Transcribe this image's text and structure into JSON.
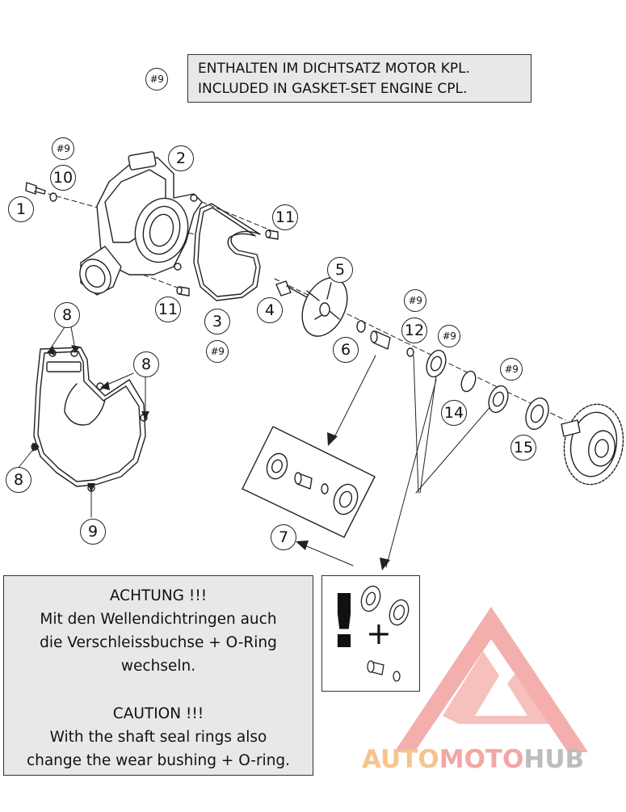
{
  "top_note": {
    "ref": "#9",
    "line_de": "ENTHALTEN IM DICHTSATZ MOTOR KPL.",
    "line_en": "INCLUDED IN GASKET-SET ENGINE CPL."
  },
  "callouts": {
    "c1": "1",
    "c2": "2",
    "c3": "3",
    "c4": "4",
    "c5": "5",
    "c6": "6",
    "c7": "7",
    "c8a": "8",
    "c8b": "8",
    "c8c": "8",
    "c9": "9",
    "c10": "10",
    "c11a": "11",
    "c11b": "11",
    "c12": "12",
    "c14": "14",
    "c15": "15",
    "r9a": "#9",
    "r9b": "#9",
    "r9c": "#9",
    "r9d": "#9",
    "r9e": "#9"
  },
  "caution": {
    "title_de": "ACHTUNG !!!",
    "line_de_1": "Mit den Wellendichtringen auch",
    "line_de_2": "die Verschleissbuchse + O-Ring",
    "line_de_3": "wechseln.",
    "title_en": "CAUTION !!!",
    "line_en_1": "With the shaft seal rings also",
    "line_en_2": "change the wear bushing + O-ring."
  },
  "parts_box": {
    "exclamation": "!",
    "plus": "+"
  },
  "watermark": {
    "part1": "AUTO",
    "part2": "MOTO",
    "part3": "HUB"
  },
  "colors": {
    "watermark_red": "#f2a7a4",
    "watermark_orange": "#f7c48e",
    "watermark_gray": "#bdbdbd",
    "note_bg": "#e8e8e8"
  }
}
